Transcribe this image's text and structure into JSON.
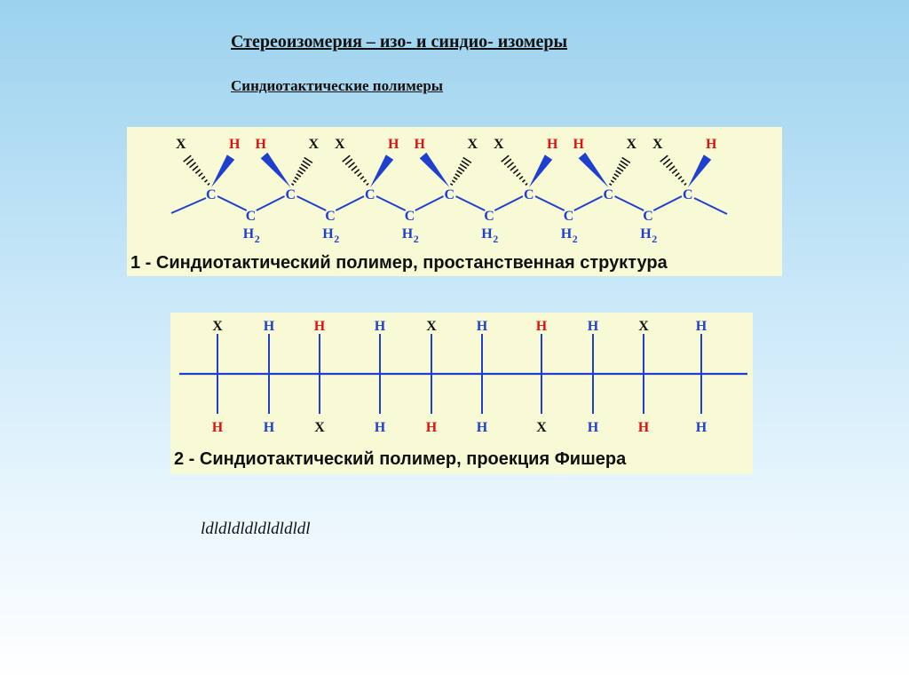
{
  "title": "Стереоизомерия – изо- и синдио- изомеры",
  "subtitle": "Синдиотактические полимеры",
  "colors": {
    "bond": "#1f3fd0",
    "atom": "#1f3fd0",
    "x": "#111111",
    "red": "#e01010",
    "blue": "#1f3fd0"
  },
  "diagram1": {
    "caption": "1 - Синдиотактический полимер, простанственная структура",
    "backbone_atom": "C",
    "ch2_atom": "C",
    "ch2_sub": "H",
    "ch2_index": "2",
    "units": [
      {
        "left": "X",
        "right": "H"
      },
      {
        "left": "H",
        "right": "X"
      },
      {
        "left": "X",
        "right": "H"
      },
      {
        "left": "H",
        "right": "X"
      },
      {
        "left": "X",
        "right": "H"
      },
      {
        "left": "H",
        "right": "X"
      },
      {
        "left": "X",
        "right": "H"
      }
    ]
  },
  "diagram2": {
    "caption": "2 - Синдиотактический полимер, проекция Фишера",
    "columns": [
      {
        "top": "X",
        "top_color": "black",
        "bottom": "H",
        "bottom_color": "red"
      },
      {
        "top": "H",
        "top_color": "blue",
        "bottom": "H",
        "bottom_color": "blue"
      },
      {
        "top": "H",
        "top_color": "red",
        "bottom": "X",
        "bottom_color": "black"
      },
      {
        "top": "H",
        "top_color": "blue",
        "bottom": "H",
        "bottom_color": "blue"
      },
      {
        "top": "X",
        "top_color": "black",
        "bottom": "H",
        "bottom_color": "red"
      },
      {
        "top": "H",
        "top_color": "blue",
        "bottom": "H",
        "bottom_color": "blue"
      },
      {
        "top": "H",
        "top_color": "red",
        "bottom": "X",
        "bottom_color": "black"
      },
      {
        "top": "H",
        "top_color": "blue",
        "bottom": "H",
        "bottom_color": "blue"
      },
      {
        "top": "X",
        "top_color": "black",
        "bottom": "H",
        "bottom_color": "red"
      },
      {
        "top": "H",
        "top_color": "blue",
        "bottom": "H",
        "bottom_color": "blue"
      }
    ]
  },
  "note": "ldldldldldldldldl"
}
